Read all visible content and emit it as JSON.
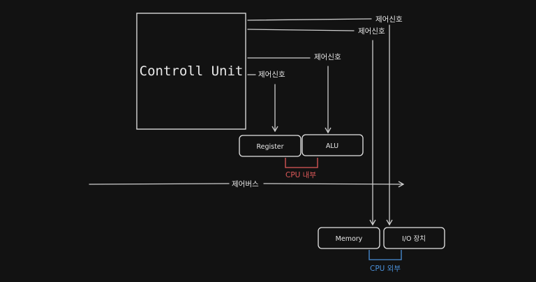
{
  "control_unit": {
    "label": "Controll Unit"
  },
  "signals": {
    "s1": "제어신호",
    "s2": "제어신호",
    "s3": "제어신호",
    "s4": "제어신호"
  },
  "bus": {
    "label": "제어버스"
  },
  "internal": {
    "register": "Register",
    "alu": "ALU",
    "group_label": "CPU 내부",
    "group_color": "#e05a5a"
  },
  "external": {
    "memory": "Memory",
    "io": "I/O 장치",
    "group_label": "CPU 외부",
    "group_color": "#4a90d9"
  }
}
